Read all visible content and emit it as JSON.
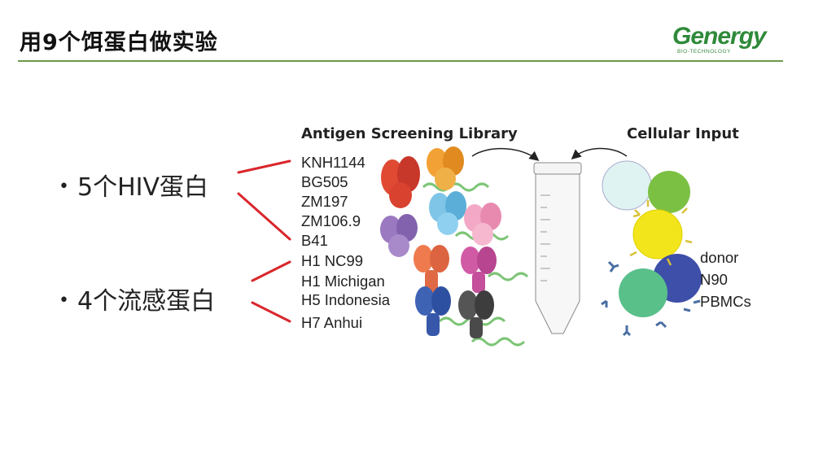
{
  "slide": {
    "title": "用9个饵蛋白做实验"
  },
  "logo": {
    "word": "Genergy",
    "sub": "BIO-TECHNOLOGY"
  },
  "bullets": [
    {
      "dot": "•",
      "text": "5个HIV蛋白"
    },
    {
      "dot": "•",
      "text": "4个流感蛋白"
    }
  ],
  "figure": {
    "library_heading": "Antigen Screening Library",
    "input_heading": "Cellular Input",
    "antigens": [
      "KNH1144",
      "BG505",
      "ZM197",
      "ZM106.9",
      "B41",
      "H1 NC99",
      "H1 Michigan",
      "H5 Indonesia",
      "H7 Anhui"
    ],
    "donor_labels": [
      "donor",
      "N90",
      "PBMCs"
    ]
  },
  "colors": {
    "accent_line": "#6c9a4a",
    "bracket": "#d9262c",
    "logo": "#2f8a3a"
  }
}
